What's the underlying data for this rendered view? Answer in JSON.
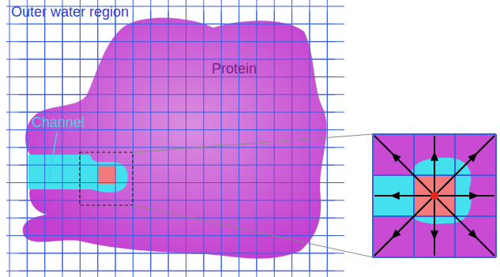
{
  "diagram": {
    "nodes": [
      {
        "text": [
          "Protein"
        ]
      }
    ],
    "labels": [
      "Outer water region",
      "Channel"
    ]
  }
}
